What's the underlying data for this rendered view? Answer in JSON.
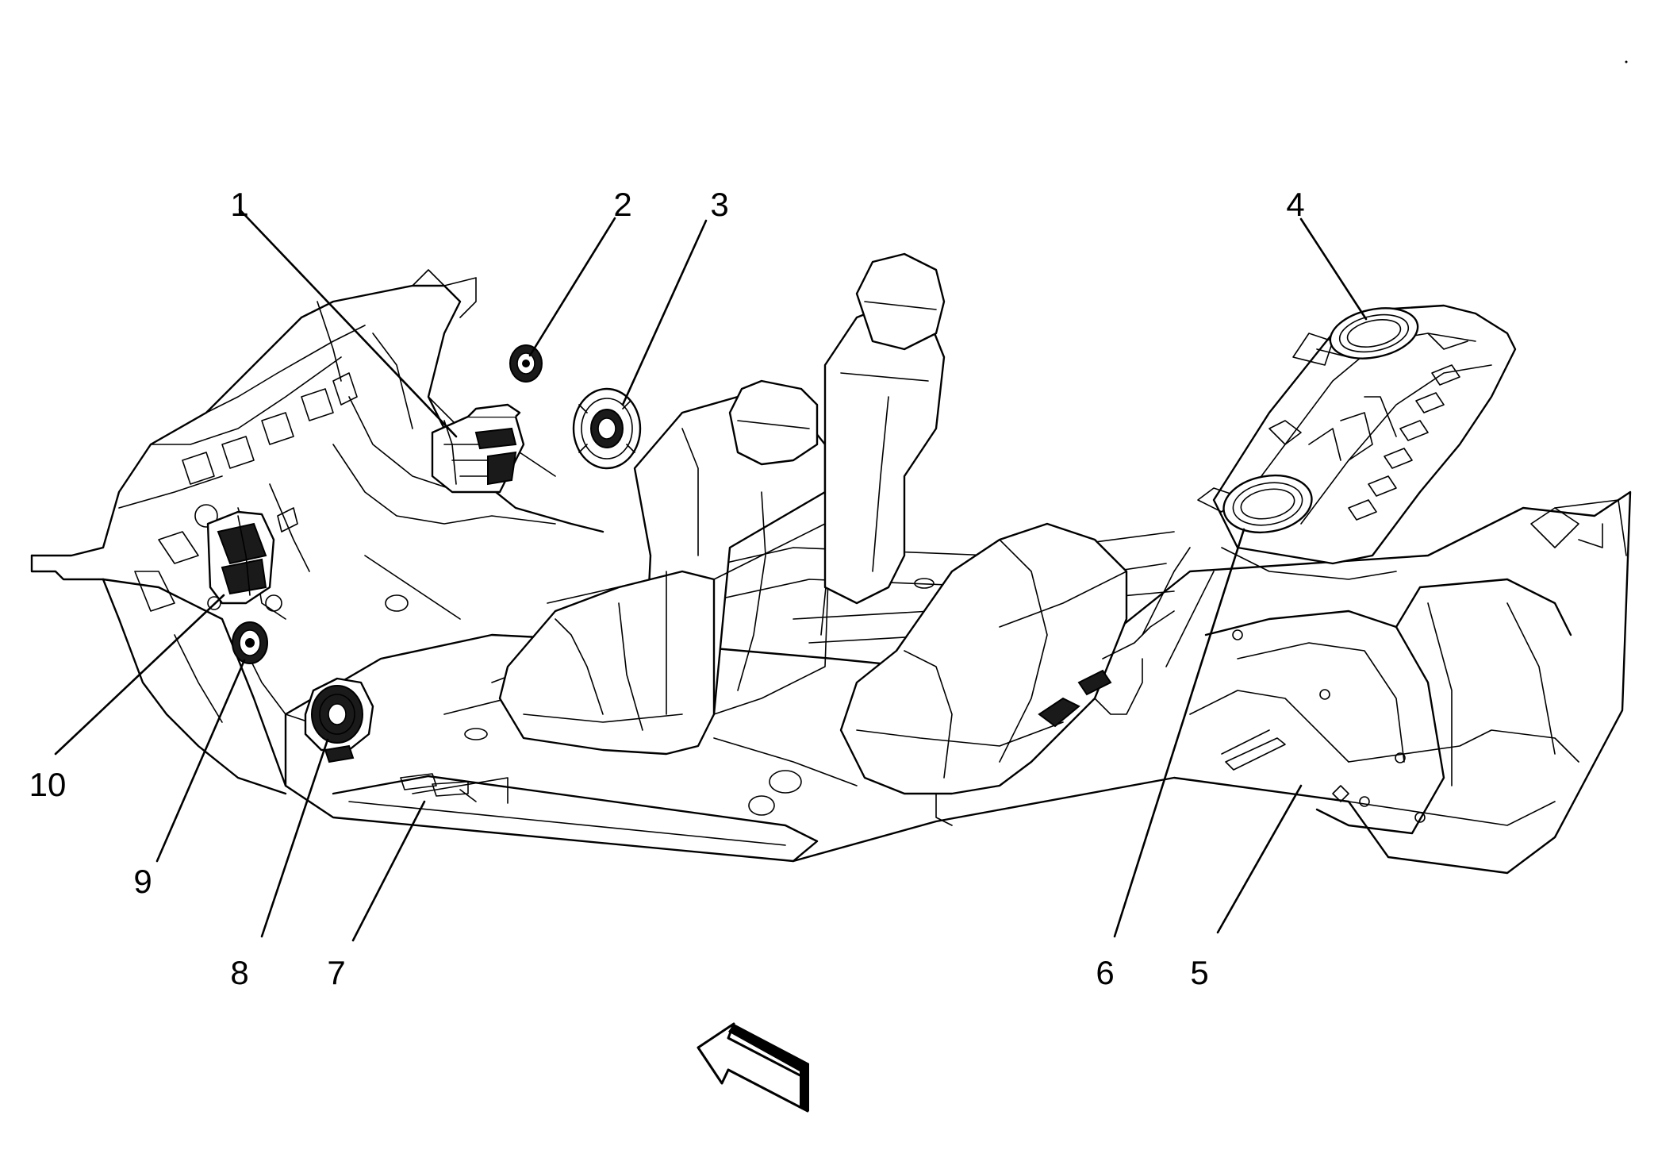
{
  "diagram": {
    "callouts": [
      {
        "id": "1",
        "label": "1"
      },
      {
        "id": "2",
        "label": "2"
      },
      {
        "id": "3",
        "label": "3"
      },
      {
        "id": "4",
        "label": "4"
      },
      {
        "id": "5",
        "label": "5"
      },
      {
        "id": "6",
        "label": "6"
      },
      {
        "id": "7",
        "label": "7"
      },
      {
        "id": "8",
        "label": "8"
      },
      {
        "id": "9",
        "label": "9"
      },
      {
        "id": "10",
        "label": "10"
      }
    ],
    "icons": {
      "direction_arrow": "front-direction-arrow-icon"
    }
  }
}
